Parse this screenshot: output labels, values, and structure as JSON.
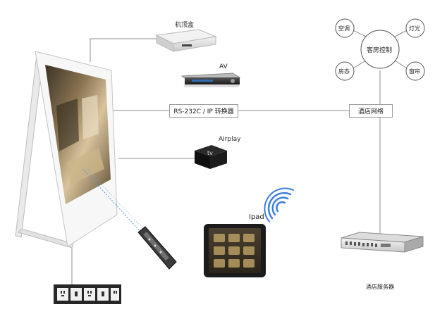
{
  "nodes": {
    "settop_box": "机顶盒",
    "av": "AV",
    "rs232_converter": "RS-232C / IP 转换器",
    "airplay": "Airplay",
    "ipad": "Ipad",
    "hotel_network": "酒店网络",
    "hotel_server": "酒店服务器",
    "room_control": "客房控制",
    "aircon": "空调",
    "light": "灯光",
    "room_status": "房态",
    "curtain": "窗帘"
  },
  "icons": {
    "apple_tv_label": "tv"
  },
  "colors": {
    "line": "#8c8c8c",
    "wifi": "#3d7fe0",
    "ir_beam": "#5b9bd5"
  }
}
